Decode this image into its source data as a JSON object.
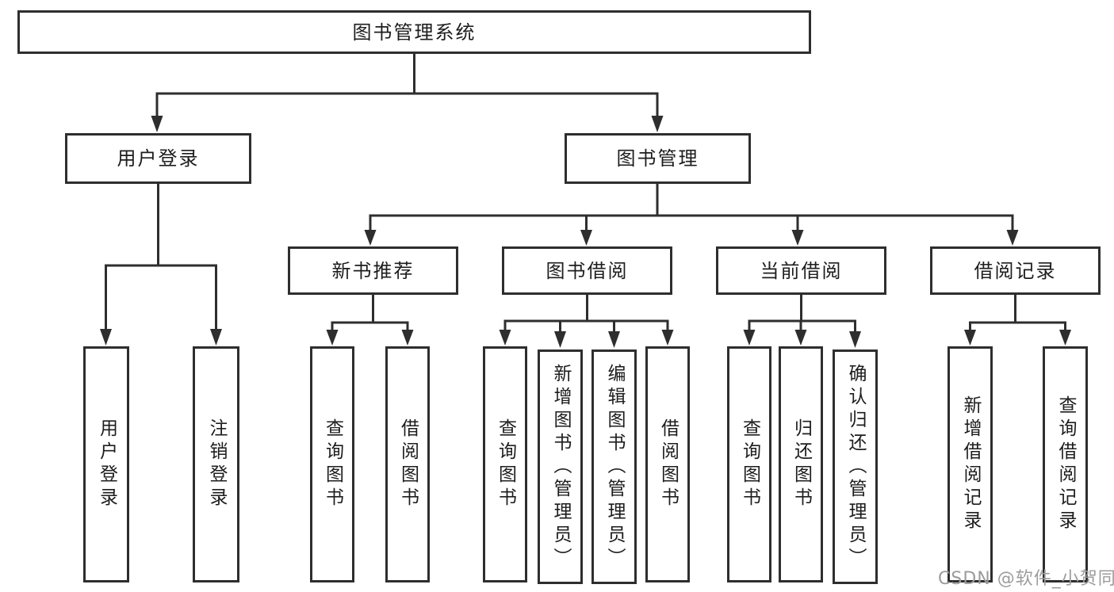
{
  "diagram": {
    "title": "图书管理系统",
    "branches": [
      {
        "label": "用户登录",
        "children": [
          {
            "label": "用户登录"
          },
          {
            "label": "注销登录"
          }
        ]
      },
      {
        "label": "图书管理",
        "children": [
          {
            "label": "新书推荐",
            "children": [
              {
                "label": "查询图书"
              },
              {
                "label": "借阅图书"
              }
            ]
          },
          {
            "label": "图书借阅",
            "children": [
              {
                "label": "查询图书"
              },
              {
                "label": "新增图书（管理员）"
              },
              {
                "label": "编辑图书（管理员）"
              },
              {
                "label": "借阅图书"
              }
            ]
          },
          {
            "label": "当前借阅",
            "children": [
              {
                "label": "查询图书"
              },
              {
                "label": "归还图书"
              },
              {
                "label": "确认归还（管理员）"
              }
            ]
          },
          {
            "label": "借阅记录",
            "children": [
              {
                "label": "新增借阅记录"
              },
              {
                "label": "查询借阅记录"
              }
            ]
          }
        ]
      }
    ]
  },
  "watermark": "CSDN @软件_小贺同学",
  "colors": {
    "line": "#2e2e2e",
    "box_border": "#2e2e2e",
    "text": "#1d1d1d",
    "background": "#ffffff",
    "watermark": "#9c9c9c"
  }
}
